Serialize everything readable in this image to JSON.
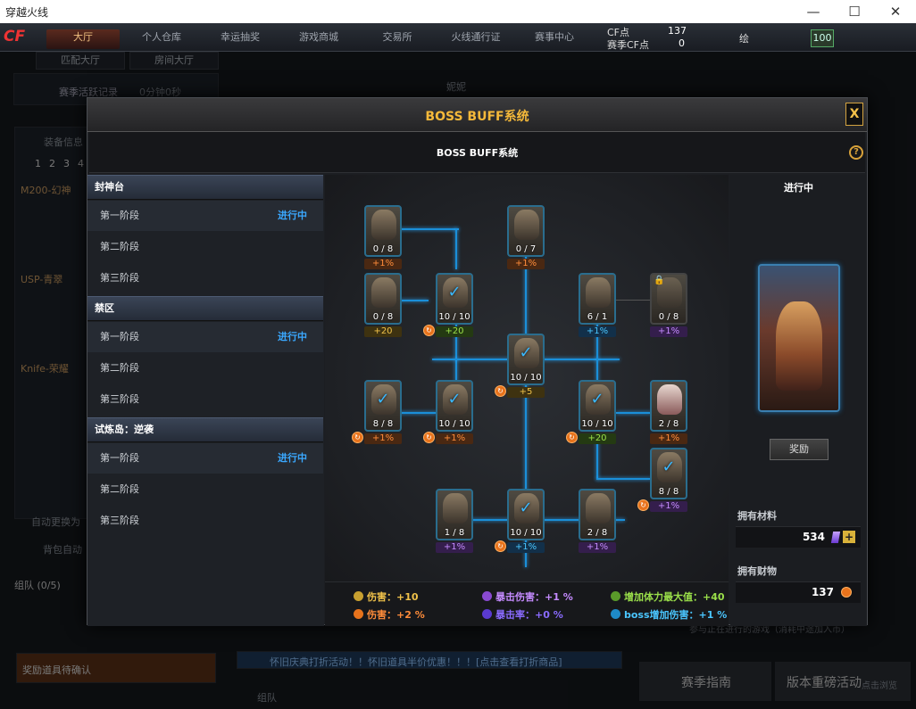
{
  "window": {
    "title": "穿越火线",
    "min": "—",
    "max": "☐",
    "close": "✕"
  },
  "nav": {
    "logo": "CF",
    "tabs": [
      "大厅",
      "个人仓库",
      "幸运抽奖",
      "游戏商城",
      "交易所",
      "火线通行证",
      "赛事中心"
    ],
    "cf_label": "CF点",
    "cf_value": "137",
    "season_cf_label": "赛季CF点",
    "season_cf_value": "0",
    "username": "绘",
    "level": "100"
  },
  "subnav": [
    "匹配大厅",
    "房间大厅"
  ],
  "background": {
    "season_record": "赛季活跃记录",
    "time": "0分钟0秒",
    "equip_info": "装备信息",
    "slots": [
      "1",
      "2",
      "3",
      "4"
    ],
    "m200": "M200-幻神",
    "usp": "USP-青翠",
    "knife": "Knife-荣耀",
    "auto": "自动更换为",
    "backpack": "背包自动",
    "team": "组队 (0/5)",
    "pending": "奖励道具待确认",
    "ticker": "怀旧庆典打折活动！！怀旧道具半价优惠！！！[点击查看打折商品]",
    "team_btn": "组队",
    "season_guide": "赛季指南",
    "version_event": "版本重磅活动",
    "click_browse": "点击浏览",
    "join_hint": "参与正在进行的游戏（消耗中途加入币）",
    "sniper": "妮妮"
  },
  "modal": {
    "title": "BOSS BUFF系统",
    "close": "X",
    "subtitle": "BOSS BUFF系统",
    "help": "?",
    "groups": [
      {
        "name": "封神台",
        "stages": [
          {
            "label": "第一阶段",
            "status": "进行中"
          },
          {
            "label": "第二阶段",
            "status": ""
          },
          {
            "label": "第三阶段",
            "status": ""
          }
        ]
      },
      {
        "name": "禁区",
        "stages": [
          {
            "label": "第一阶段",
            "status": "进行中"
          },
          {
            "label": "第二阶段",
            "status": ""
          },
          {
            "label": "第三阶段",
            "status": ""
          }
        ]
      },
      {
        "name": "试炼岛：逆袭",
        "stages": [
          {
            "label": "第一阶段",
            "status": "进行中"
          },
          {
            "label": "第二阶段",
            "status": ""
          },
          {
            "label": "第三阶段",
            "status": ""
          }
        ]
      }
    ],
    "nodes": [
      {
        "count": "0 / 8",
        "bonus": "+1%",
        "type": "orange"
      },
      {
        "count": "0 / 7",
        "bonus": "+1%",
        "type": "orange"
      },
      {
        "count": "0 / 8",
        "bonus": "+20",
        "type": "gold"
      },
      {
        "count": "10 / 10",
        "bonus": "+20",
        "type": "green"
      },
      {
        "count": "6 / 1",
        "bonus": "+1%",
        "type": "cyan"
      },
      {
        "count": "0 / 8",
        "bonus": "+1%",
        "type": "purple"
      },
      {
        "count": "10 / 10",
        "bonus": "+5",
        "type": "gold"
      },
      {
        "count": "8 / 8",
        "bonus": "+1%",
        "type": "orange"
      },
      {
        "count": "10 / 10",
        "bonus": "+1%",
        "type": "orange"
      },
      {
        "count": "10 / 10",
        "bonus": "+20",
        "type": "green"
      },
      {
        "count": "2 / 8",
        "bonus": "+1%",
        "type": "orange"
      },
      {
        "count": "8 / 8",
        "bonus": "+1%",
        "type": "purple"
      },
      {
        "count": "1 / 8",
        "bonus": "+1%",
        "type": "purple"
      },
      {
        "count": "10 / 10",
        "bonus": "+1%",
        "type": "cyan"
      },
      {
        "count": "2 / 8",
        "bonus": "+1%",
        "type": "purple"
      }
    ],
    "legend": [
      {
        "label": "伤害：+10",
        "color": "#f0c24a"
      },
      {
        "label": "暴击伤害：+1 %",
        "color": "#c58bff"
      },
      {
        "label": "增加体力最大值：+40",
        "color": "#9be04a"
      },
      {
        "label": "伤害：+2 %",
        "color": "#ff8c3a"
      },
      {
        "label": "暴击率：+0 %",
        "color": "#8a6bff"
      },
      {
        "label": "boss增加伤害：+1 %",
        "color": "#4ac6ff"
      }
    ],
    "right": {
      "status": "进行中",
      "reward_btn": "奖励",
      "materials_label": "拥有材料",
      "materials_value": "534",
      "wealth_label": "拥有财物",
      "wealth_value": "137"
    }
  },
  "colors": {
    "accent": "#f5b93a",
    "active_blue": "#3aa8ff",
    "line": "#1a8fd9"
  }
}
